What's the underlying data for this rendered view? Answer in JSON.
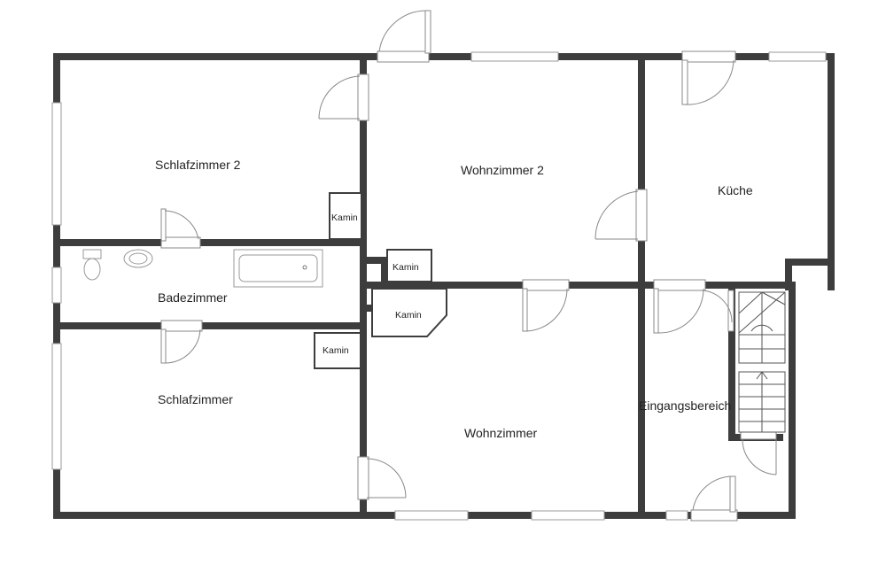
{
  "rooms": {
    "schlafzimmer2": "Schlafzimmer 2",
    "wohnzimmer2": "Wohnzimmer 2",
    "kueche": "Küche",
    "badezimmer": "Badezimmer",
    "schlafzimmer": "Schlafzimmer",
    "wohnzimmer": "Wohnzimmer",
    "eingangsbereich": "Eingangsbereich"
  },
  "fireplaces": {
    "label_1": "Kamin",
    "label_2": "Kamin",
    "label_3": "Kamin",
    "label_4": "Kamin"
  },
  "colors": {
    "wall": "#3d3d3d",
    "background": "#ffffff",
    "fixture_stroke": "#888888"
  }
}
